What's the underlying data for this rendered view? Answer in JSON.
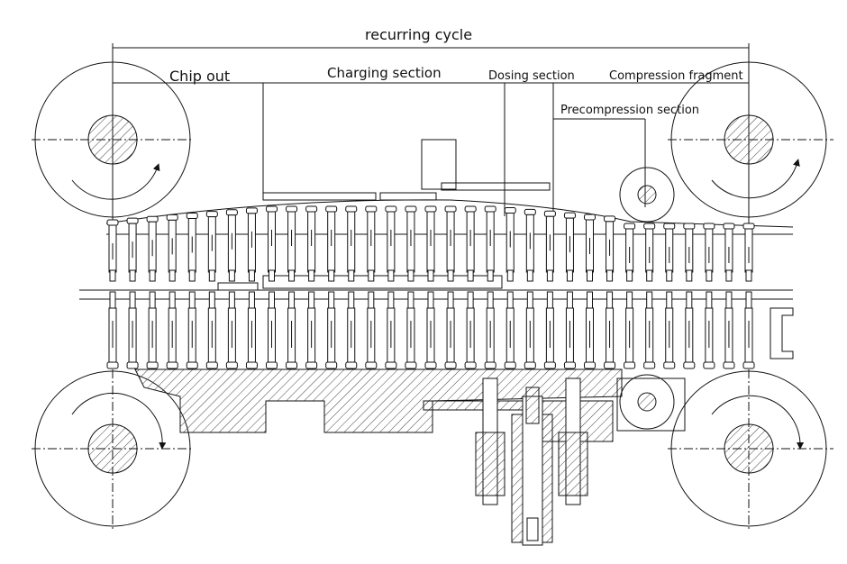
{
  "labels": {
    "recurring_cycle": "recurring cycle",
    "chip_out": "Chip out",
    "charging_section": "Charging section",
    "dosing_section": "Dosing section",
    "compression_fragment": "Compression fragment",
    "precompression_section": "Precompression section"
  },
  "colors": {
    "line": "#111111",
    "hatch": "#444444",
    "background": "#ffffff"
  },
  "punch_count": 33
}
